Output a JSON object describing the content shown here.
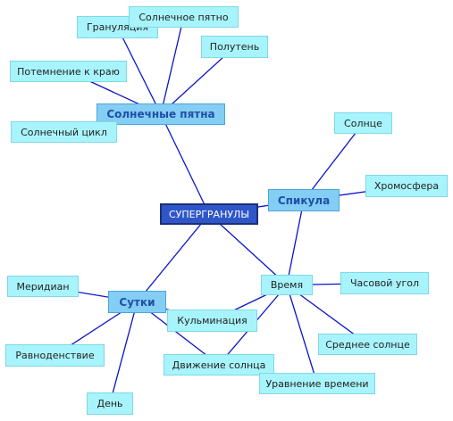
{
  "colors": {
    "edge": "#0a14c8",
    "leaf_fill": "#a8f4fc",
    "hub_fill": "#84cdf4",
    "root_fill": "#2f56c8"
  },
  "nodes": {
    "supergranules": "СУПЕРГРАНУЛЫ",
    "sunspots": "Солнечные пятна",
    "spicule": "Спикула",
    "day_cycle": "Сутки",
    "time": "Время",
    "granulation": "Грануляция",
    "solar_spot": "Солнечное пятно",
    "penumbra": "Полутень",
    "limb_darkening": "Потемнение к краю",
    "solar_cycle": "Солнечный цикл",
    "sun": "Солнце",
    "chromosphere": "Хромосфера",
    "meridian": "Меридиан",
    "equinox": "Равноденствие",
    "day": "День",
    "culmination": "Кульминация",
    "sun_motion": "Движение солнца",
    "hour_angle": "Часовой угол",
    "mean_sun": "Среднее солнце",
    "equation_of_time": "Уравнение времени"
  }
}
